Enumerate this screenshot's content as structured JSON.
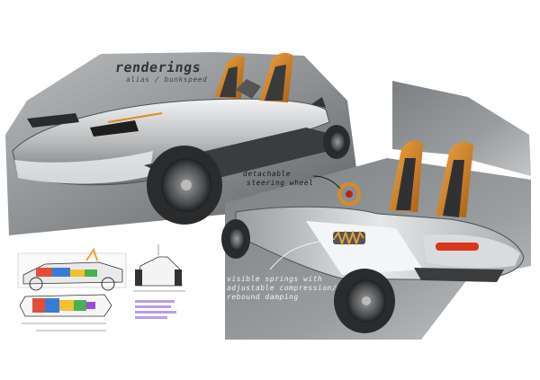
{
  "header": {
    "title": "renderings",
    "subtitle": "alias / bunkspeed"
  },
  "annotations": {
    "steering_line1": "detachable",
    "steering_line2": "steering wheel",
    "springs_line1": "visible springs with",
    "springs_line2": "adjustable compression/",
    "springs_line3": "rebound damping"
  },
  "colors": {
    "panel": "#8f9294",
    "body_silver": "#c9cbcd",
    "seat_orange": "#d98a2b",
    "tire": "#2e2f31",
    "taillight": "#d8361e"
  }
}
